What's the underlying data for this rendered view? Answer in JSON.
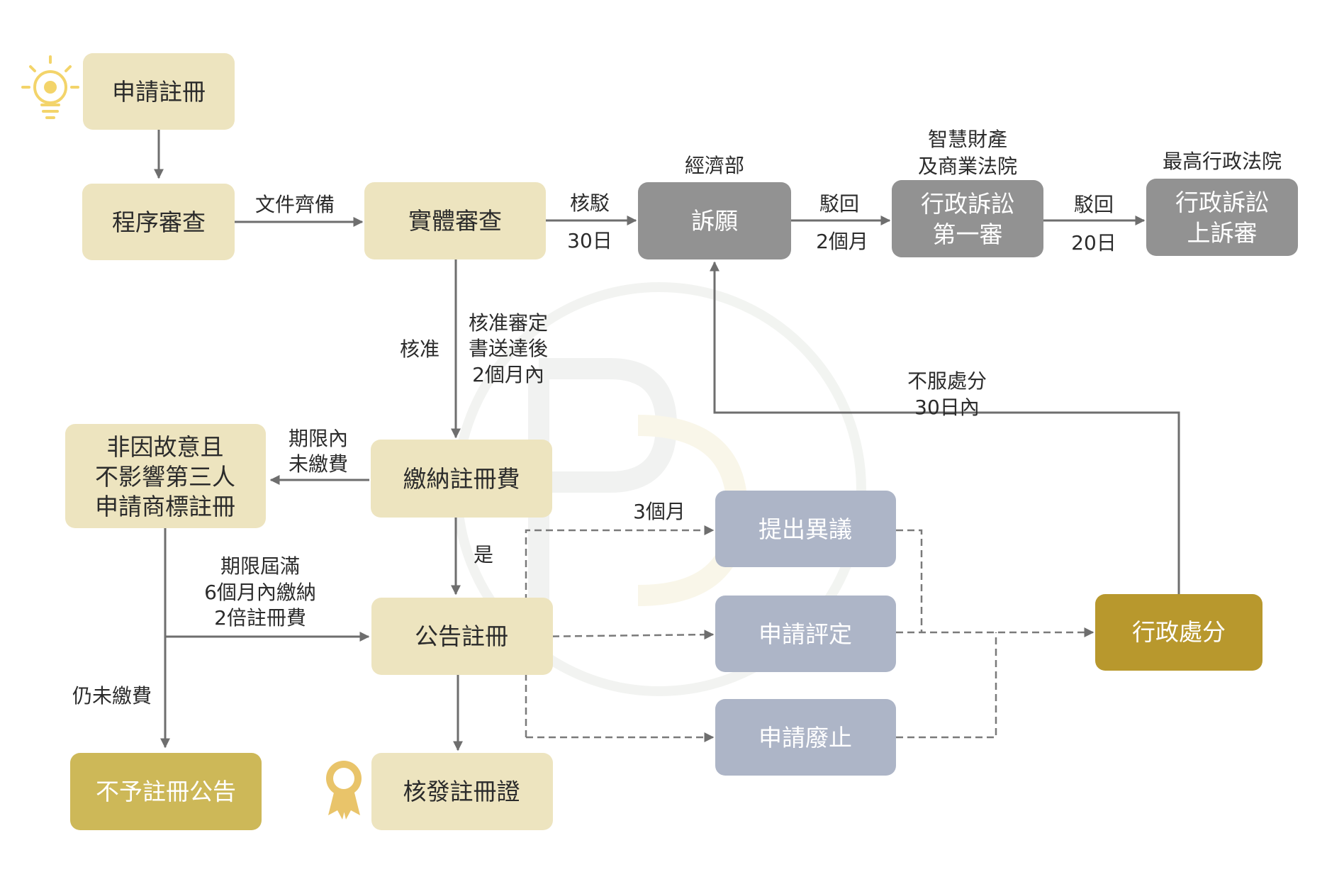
{
  "colors": {
    "beige": "#EDE4BF",
    "gray": "#929292",
    "blue_gray": "#ADB5C7",
    "gold": "#B8982D",
    "mustard": "#CDB858",
    "arrow": "#6E6E6E",
    "text_dark": "#2B2B2B",
    "bulb": "#F3D46A",
    "medal": "#E9C46A"
  },
  "nodes": {
    "apply": "申請註冊",
    "procedural_review": "程序審查",
    "substantive_review": "實體審查",
    "petition": "訴願",
    "ip_court_line1": "行政訴訟",
    "ip_court_line2": "第一審",
    "supreme_line1": "行政訴訟",
    "supreme_line2": "上訴審",
    "pay_fee": "繳納註冊費",
    "reinstate_line1": "非因故意且",
    "reinstate_line2": "不影響第三人",
    "reinstate_line3": "申請商標註冊",
    "publish": "公告註冊",
    "no_publish": "不予註冊公告",
    "certificate": "核發註冊證",
    "opposition": "提出異議",
    "invalidation": "申請評定",
    "revocation": "申請廢止",
    "admin_decision": "行政處分"
  },
  "labels": {
    "docs_ready": "文件齊備",
    "reject": "核駁",
    "days_30": "30日",
    "ministry": "經濟部",
    "return1": "駁回",
    "months_2": "2個月",
    "ip_court_title1": "智慧財產",
    "ip_court_title2": "及商業法院",
    "return2": "駁回",
    "days_20": "20日",
    "supreme_title": "最高行政法院",
    "approve": "核准",
    "approve_note1": "核准審定",
    "approve_note2": "書送達後",
    "approve_note3": "2個月內",
    "dispute1": "不服處分",
    "dispute2": "30日內",
    "unpaid1": "期限內",
    "unpaid2": "未繳費",
    "yes": "是",
    "months_3": "3個月",
    "expire1": "期限屆滿",
    "expire2": "6個月內繳納",
    "expire3": "2倍註冊費",
    "still_unpaid": "仍未繳費"
  },
  "icons": {
    "idea": "lightbulb-gear-icon",
    "award": "award-ribbon-icon",
    "watermark": "logo-watermark"
  }
}
